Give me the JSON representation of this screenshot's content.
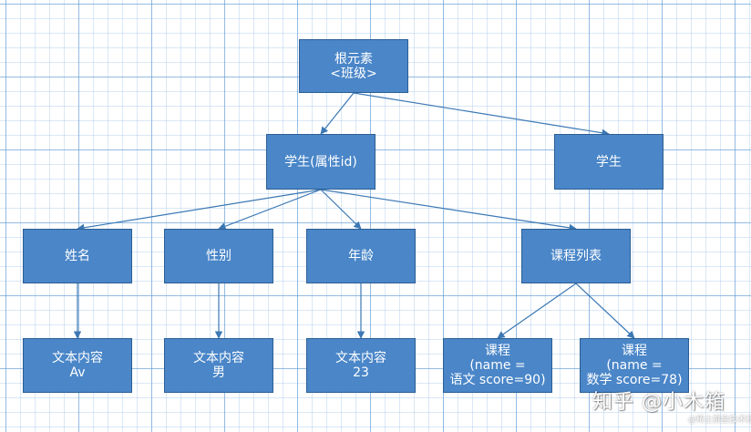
{
  "nodes": {
    "root": {
      "lines": [
        "根元素",
        "<班级>"
      ]
    },
    "student_a": {
      "lines": [
        "学生(属性id)"
      ]
    },
    "student_b": {
      "lines": [
        "学生"
      ]
    },
    "name": {
      "lines": [
        "姓名"
      ]
    },
    "gender": {
      "lines": [
        "性别"
      ]
    },
    "age": {
      "lines": [
        "年龄"
      ]
    },
    "courses": {
      "lines": [
        "课程列表"
      ]
    },
    "name_val": {
      "lines": [
        "文本内容",
        "Av"
      ]
    },
    "gender_val": {
      "lines": [
        "文本内容",
        "男"
      ]
    },
    "age_val": {
      "lines": [
        "文本内容",
        "23"
      ]
    },
    "course_1": {
      "lines": [
        "课程",
        "(name =",
        "语文 score=90)"
      ]
    },
    "course_2": {
      "lines": [
        "课程",
        "(name =",
        "数学 score=78)"
      ]
    }
  },
  "edges": [
    [
      "root",
      "student_a"
    ],
    [
      "root",
      "student_b"
    ],
    [
      "student_a",
      "name"
    ],
    [
      "student_a",
      "gender"
    ],
    [
      "student_a",
      "age"
    ],
    [
      "student_a",
      "courses"
    ],
    [
      "name",
      "name_val"
    ],
    [
      "gender",
      "gender_val"
    ],
    [
      "age",
      "age_val"
    ],
    [
      "courses",
      "course_1"
    ],
    [
      "courses",
      "course_2"
    ]
  ],
  "watermark": {
    "main": "知乎 @小木箱",
    "sub": "@稀土掘金技术社区"
  },
  "colors": {
    "node_fill": "#4a86c8",
    "node_border": "#2c5f94",
    "edge": "#3c78b4",
    "grid": "#5a96d2"
  }
}
